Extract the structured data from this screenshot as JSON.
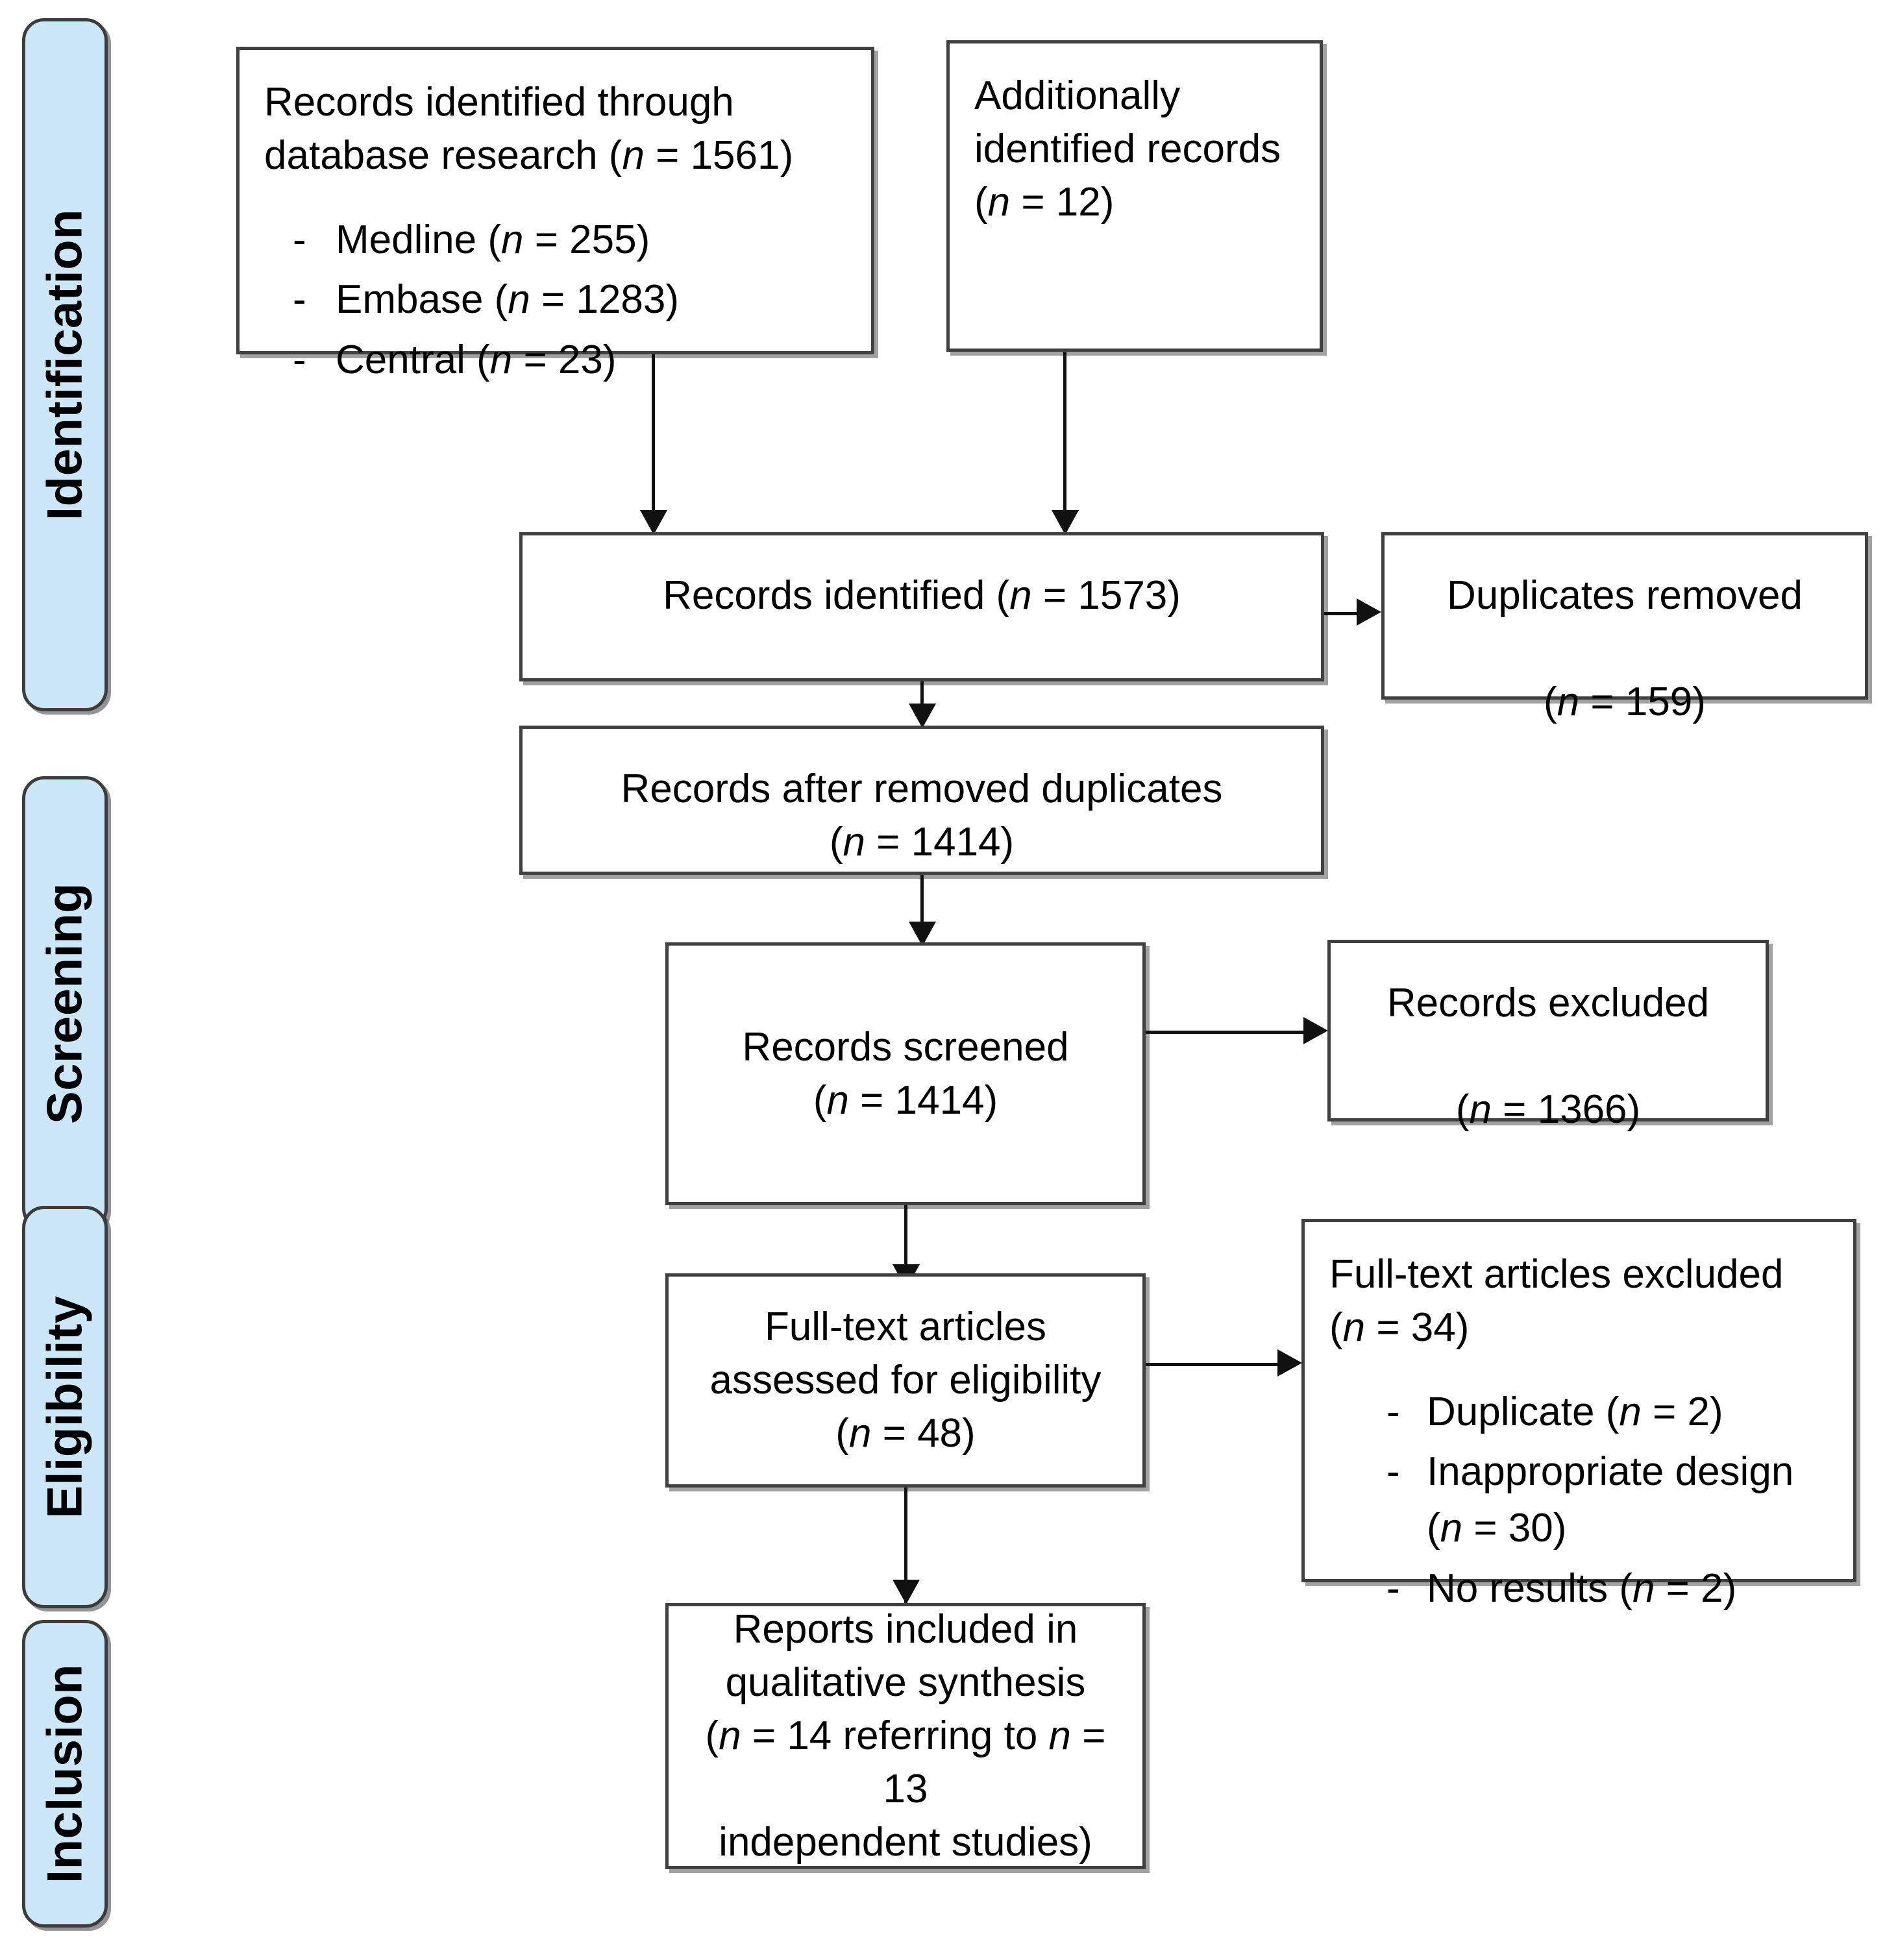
{
  "diagram": {
    "type": "PRISMA flow diagram",
    "stages": [
      {
        "label": "Identification"
      },
      {
        "label": "Screening"
      },
      {
        "label": "Eligibility"
      },
      {
        "label": "Inclusion"
      }
    ],
    "nodes": {
      "db_records": {
        "text": "Records identified through\ndatabase research (n = 1561)",
        "items": [
          "Medline (n = 255)",
          "Embase (n = 1283)",
          "Central (n = 23)"
        ]
      },
      "additional_records": {
        "text": "Additionally\nidentified records\n(n = 12)"
      },
      "records_identified": {
        "text": "Records identified (n = 1573)"
      },
      "duplicates_removed": {
        "text": "Duplicates removed\n\n(n = 159)"
      },
      "records_after_duplicates": {
        "text": "Records after removed duplicates\n(n = 1414)"
      },
      "records_screened": {
        "text": "Records screened\n(n = 1414)"
      },
      "records_excluded": {
        "text": "Records excluded\n\n(n = 1366)"
      },
      "fulltext_assessed": {
        "text": "Full-text articles\nassessed for eligibility\n(n = 48)"
      },
      "fulltext_excluded": {
        "text": "Full-text articles excluded\n(n = 34)",
        "items": [
          "Duplicate (n = 2)",
          "Inappropriate design\n(n = 30)",
          "No results (n = 2)"
        ]
      },
      "reports_included": {
        "text": "Reports included in\nqualitative synthesis\n(n = 14 referring to n = 13\nindependent studies)"
      }
    },
    "counts": {
      "medline": 255,
      "embase": 1283,
      "central": 23,
      "database_total": 1561,
      "additional": 12,
      "identified_total": 1573,
      "duplicates_removed": 159,
      "after_duplicates": 1414,
      "screened": 1414,
      "excluded_screened": 1366,
      "fulltext_assessed": 48,
      "fulltext_excluded": 34,
      "excluded_duplicate": 2,
      "excluded_inappropriate_design": 30,
      "excluded_no_results": 2,
      "included_reports": 14,
      "included_independent_studies": 13
    },
    "colors": {
      "stage_bar_fill": "#cce7f7",
      "stage_bar_border": "#3c3c3c",
      "node_border": "#404040",
      "node_fill": "#ffffff",
      "connector": "#111111",
      "text": "#000000"
    }
  }
}
